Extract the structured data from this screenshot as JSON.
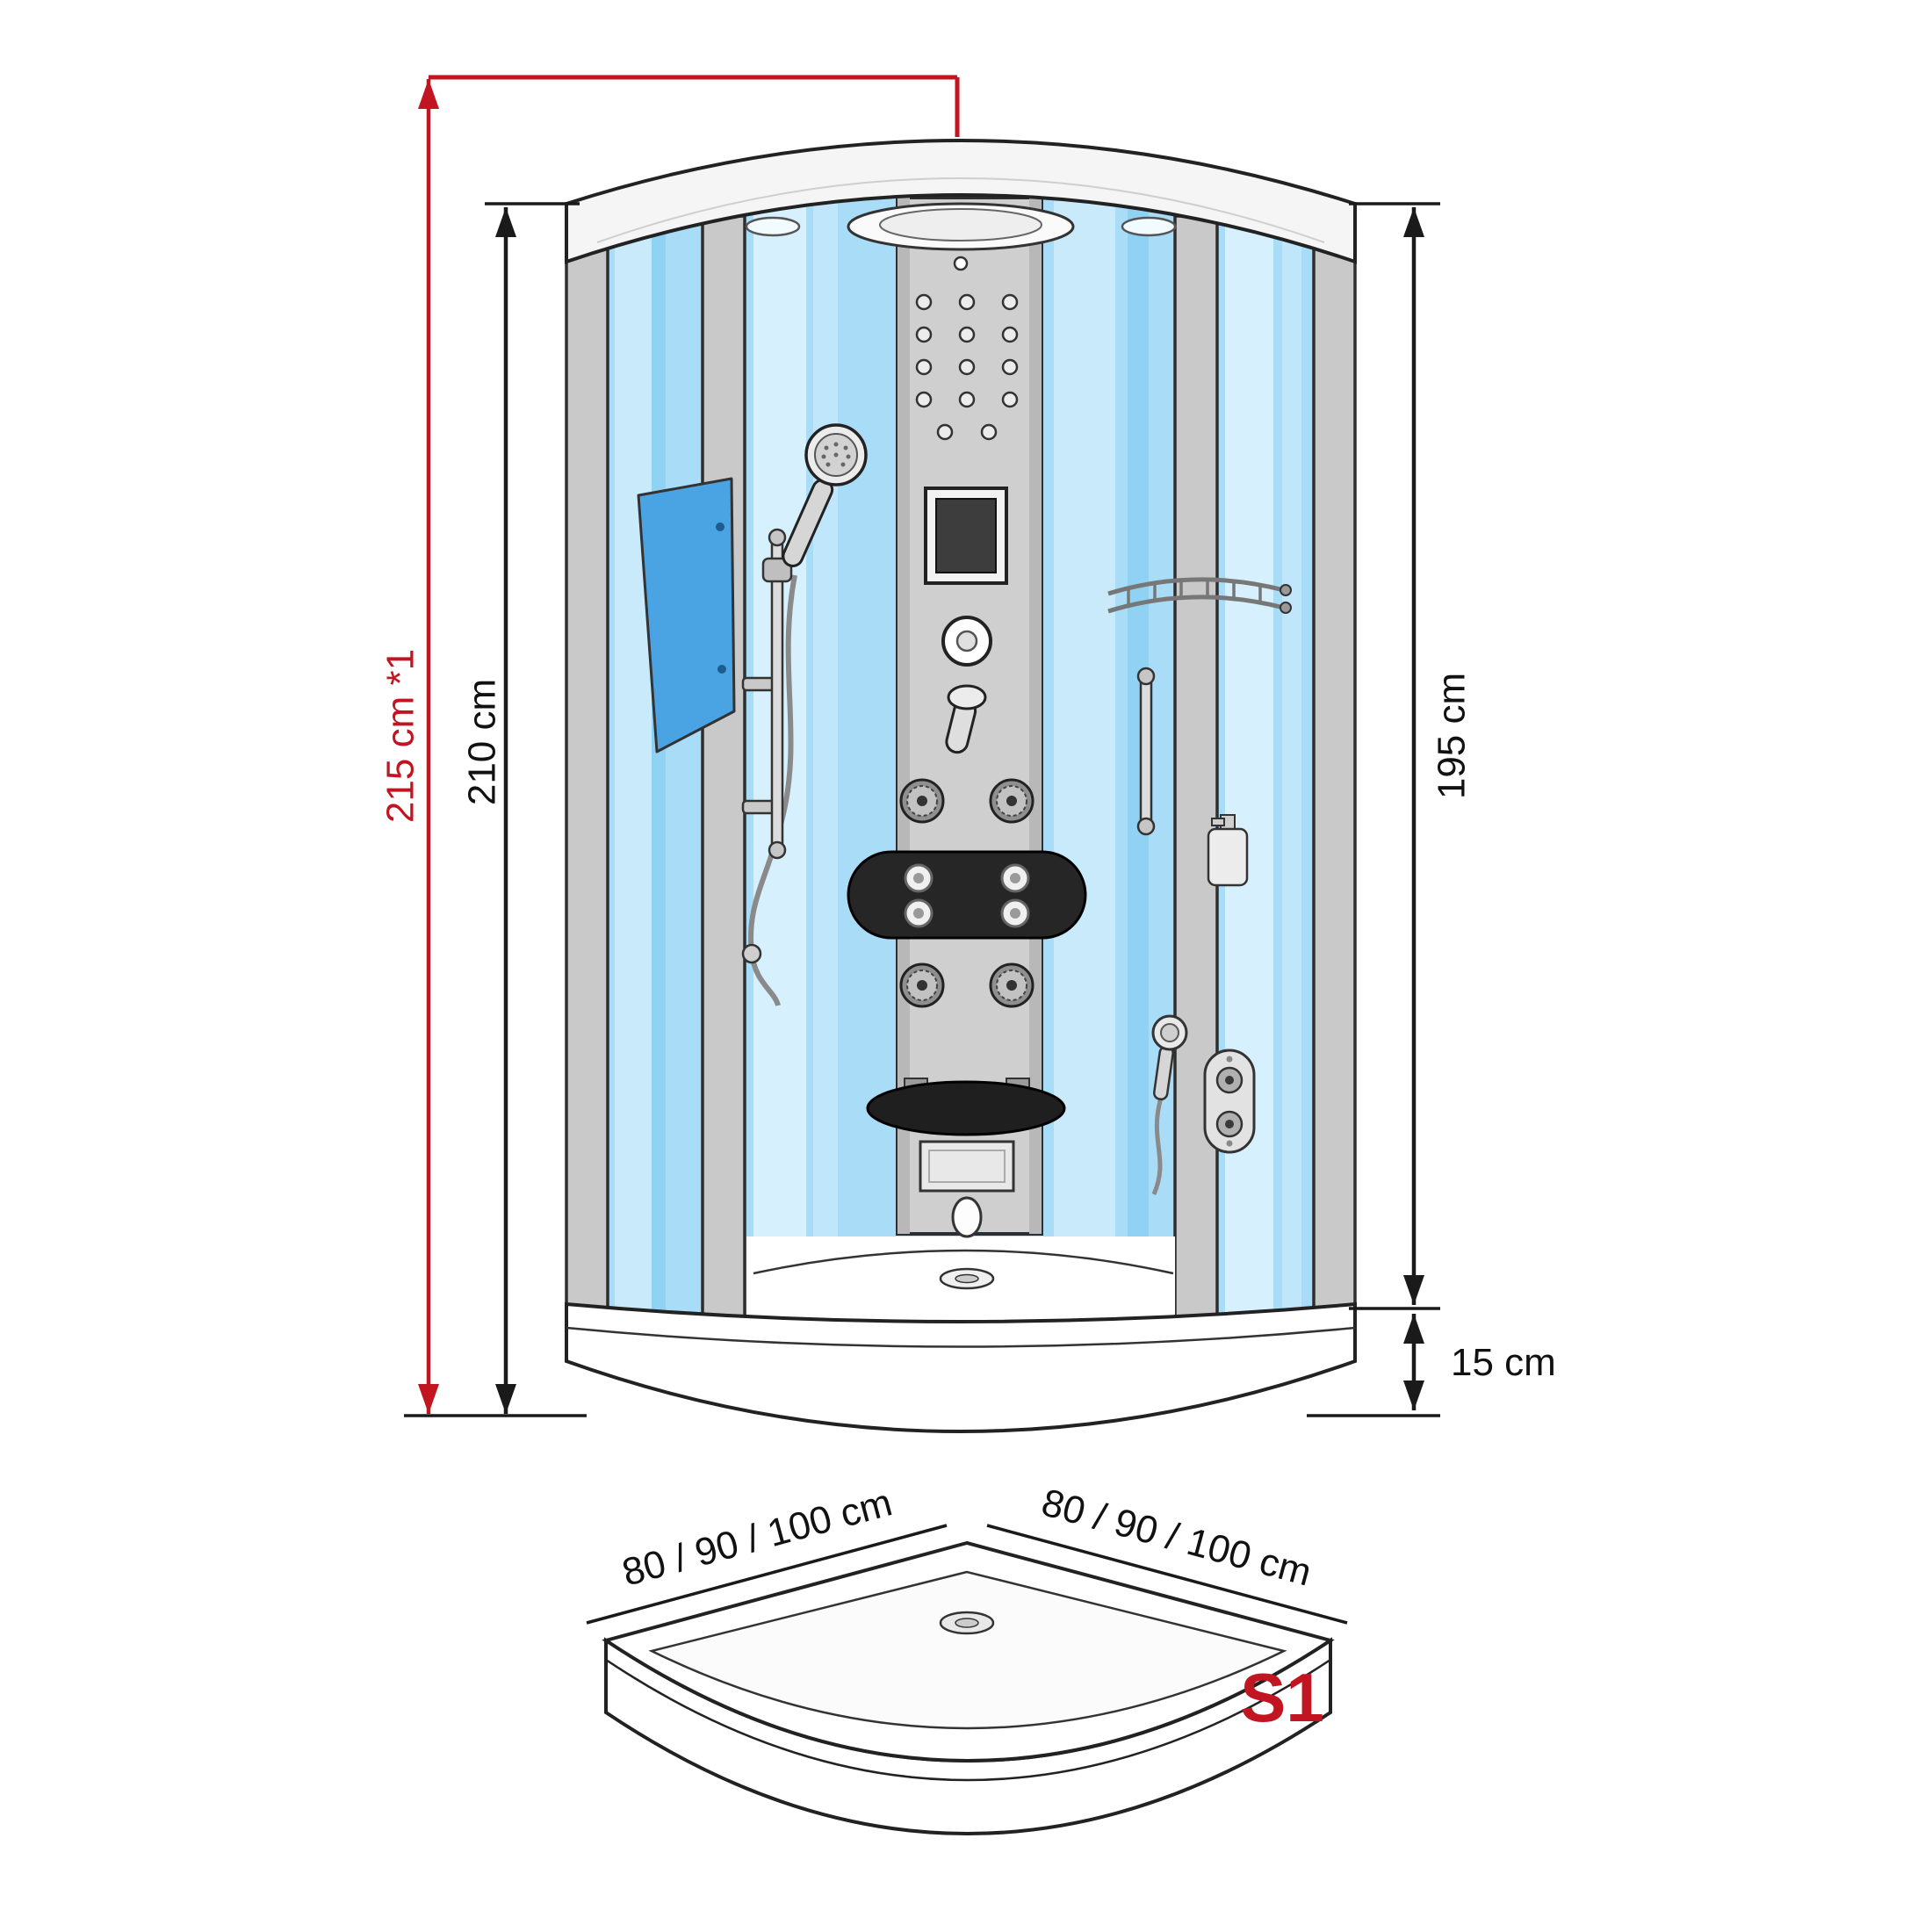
{
  "dims": {
    "total_height": "215 cm *1",
    "cabin_height": "210 cm",
    "glass_height": "195 cm",
    "tray_height": "15 cm",
    "tray_width_left": "80 / 90 / 100 cm",
    "tray_width_right": "80 / 90 / 100 cm"
  },
  "model_label": "S1",
  "colors": {
    "dimension_red": "#c11622",
    "line_black": "#1a1a1a",
    "glass_blue": "#a9dcf7",
    "glass_highlight": "#d6f1fd",
    "frame_gray": "#c9c9c9",
    "panel_gray": "#cfcfcf",
    "dark_parts": "#262626",
    "towel_blue": "#4aa3e3"
  }
}
